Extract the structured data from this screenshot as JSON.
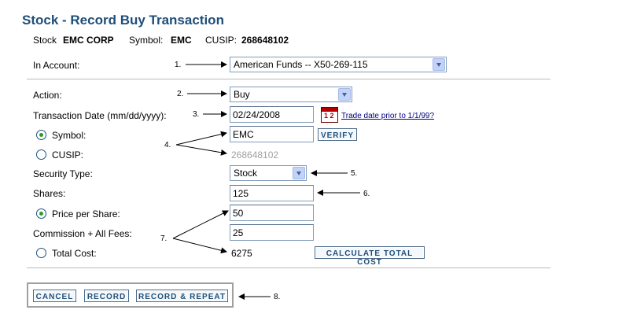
{
  "page_title": "Stock - Record Buy Transaction",
  "stock_info": {
    "stock_label": "Stock",
    "stock_value": "EMC CORP",
    "symbol_label": "Symbol:",
    "symbol_value": "EMC",
    "cusip_label": "CUSIP:",
    "cusip_value": "268648102"
  },
  "form": {
    "account_label": "In Account:",
    "account_value": "American Funds -- X50-269-115",
    "action_label": "Action:",
    "action_value": "Buy",
    "date_label": "Transaction Date (mm/dd/yyyy):",
    "date_value": "02/24/2008",
    "calendar_icon_text": "1 2",
    "trade_date_link": "Trade date prior to 1/1/99?",
    "symbol_label": "Symbol:",
    "symbol_value": "EMC",
    "symbol_selected": true,
    "verify_label": "VERIFY",
    "cusip_label": "CUSIP:",
    "cusip_value": "268648102",
    "security_type_label": "Security Type:",
    "security_type_value": "Stock",
    "shares_label": "Shares:",
    "shares_value": "125",
    "price_label": "Price per Share:",
    "price_value": "50",
    "price_selected": true,
    "commission_label": "Commission + All Fees:",
    "commission_value": "25",
    "total_cost_label": "Total Cost:",
    "total_cost_value": "6275",
    "calculate_label": "CALCULATE TOTAL COST"
  },
  "buttons": {
    "cancel": "CANCEL",
    "record": "RECORD",
    "record_repeat": "RECORD & REPEAT"
  },
  "callouts": [
    "1.",
    "2.",
    "3.",
    "4.",
    "5.",
    "6.",
    "7.",
    "8."
  ],
  "colors": {
    "title": "#1f4e79",
    "button_text": "#1f4e79",
    "radio_dot": "#21a121"
  }
}
